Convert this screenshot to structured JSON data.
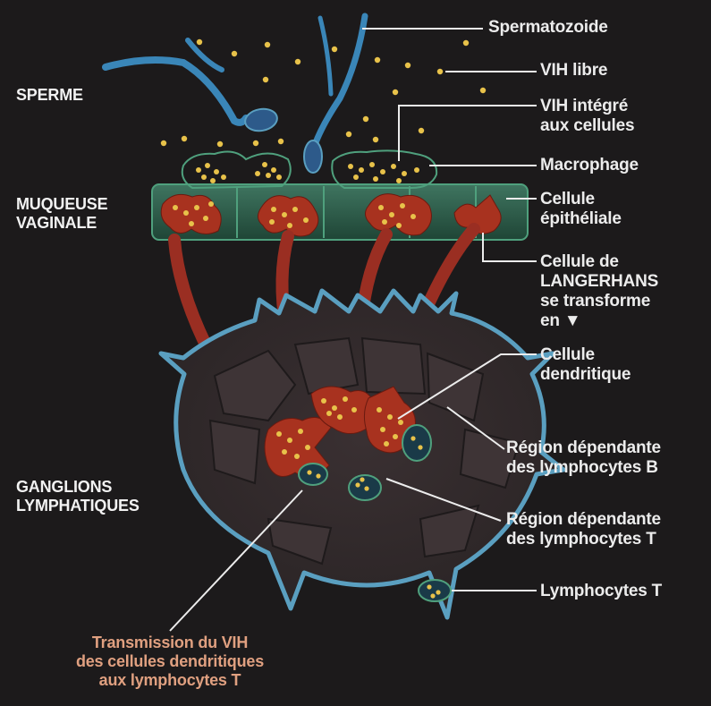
{
  "left_labels": {
    "sperme": "SPERME",
    "muqueuse_l1": "MUQUEUSE",
    "muqueuse_l2": "VAGINALE",
    "ganglions_l1": "GANGLIONS",
    "ganglions_l2": "LYMPHATIQUES"
  },
  "right_labels": {
    "spermatozoide": "Spermatozoide",
    "vih_libre": "VIH libre",
    "vih_integre_l1": "VIH intégré",
    "vih_integre_l2": "aux cellules",
    "macrophage": "Macrophage",
    "cellule_epi_l1": "Cellule",
    "cellule_epi_l2": "épithéliale",
    "langerhans_l1": "Cellule de",
    "langerhans_l2": "LANGERHANS",
    "langerhans_l3": "se transforme",
    "langerhans_l4": "en ▼",
    "dendritique_l1": "Cellule",
    "dendritique_l2": "dendritique",
    "region_b_l1": "Région dépendante",
    "region_b_l2": "des lymphocytes B",
    "region_t_l1": "Région dépendante",
    "region_t_l2": "des lymphocytes T",
    "lymphocytes_t": "Lymphocytes T"
  },
  "bottom_label": {
    "l1": "Transmission du VIH",
    "l2": "des cellules dendritiques",
    "l3": "aux lymphocytes T"
  },
  "colors": {
    "background": "#1c1a1b",
    "virus": "#e8c24a",
    "epithelium": "#2d5a47",
    "langerhans": "#a8321f",
    "ganglion_border": "#5a9fc0",
    "sperm": "#3a86b8"
  }
}
